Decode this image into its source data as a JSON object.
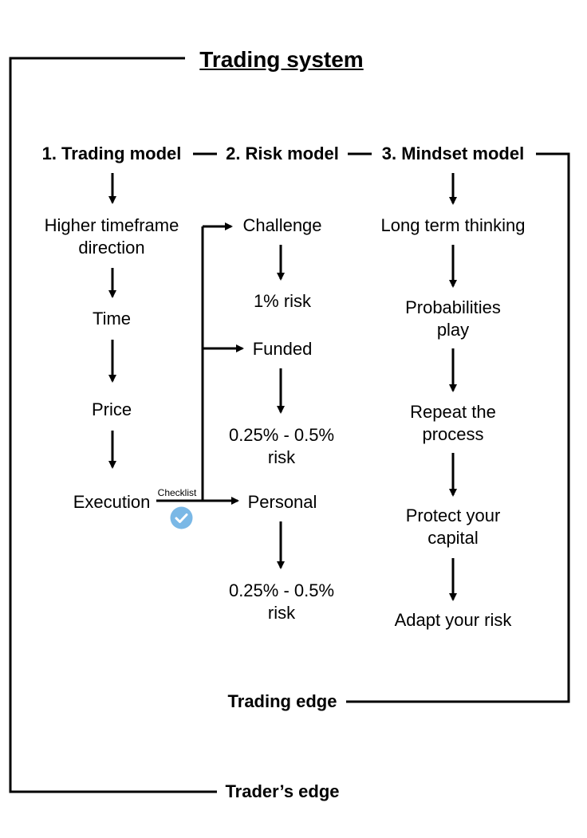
{
  "title": "Trading system",
  "headers": {
    "trading_model": "1. Trading model",
    "risk_model": "2. Risk model",
    "mindset_model": "3. Mindset model"
  },
  "trading_model": {
    "steps": [
      "Higher timeframe\ndirection",
      "Time",
      "Price",
      "Execution"
    ]
  },
  "checklist_label": "Checklist",
  "risk_model": {
    "branches": [
      {
        "name": "Challenge",
        "risk": "1% risk"
      },
      {
        "name": "Funded",
        "risk": "0.25% - 0.5%\nrisk"
      },
      {
        "name": "Personal",
        "risk": "0.25% - 0.5%\nrisk"
      }
    ]
  },
  "mindset_model": {
    "steps": [
      "Long term thinking",
      "Probabilities\nplay",
      "Repeat the\nprocess",
      "Protect your\ncapital",
      "Adapt your risk"
    ]
  },
  "footer": {
    "trading_edge": "Trading edge",
    "traders_edge": "Trader’s edge"
  },
  "colors": {
    "ink": "#000000",
    "check_badge": "#7ab8e6"
  }
}
